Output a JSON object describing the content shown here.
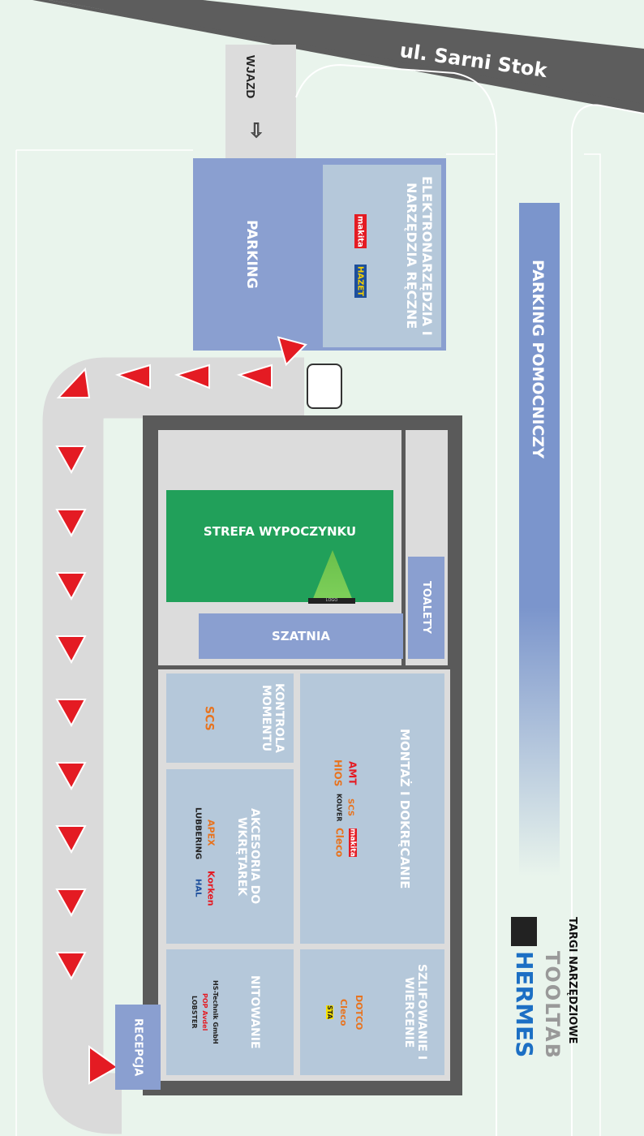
{
  "street": "ul. Sarni Stok",
  "entrance": "WJAZD",
  "parking": "PARKING",
  "parking_aux": "PARKING POMOCNICZY",
  "zones": {
    "electro": {
      "title": "ELEKTRONARZĘDZIA I NARZĘDZIA RĘCZNE",
      "brands": [
        "makita",
        "HAZET"
      ]
    },
    "rest": "STREFA WYPOCZYNKU",
    "toilets": "TOALETY",
    "cloakroom": "SZATNIA",
    "torque": {
      "title": "KONTROLA MOMENTU",
      "brands": [
        "SCS"
      ]
    },
    "assembly": {
      "title": "MONTAŻ I DOKRĘCANIE",
      "brands": [
        "AMT",
        "HIOS",
        "SCS",
        "KOLVER",
        "makita",
        "Cleco"
      ]
    },
    "accessories": {
      "title": "AKCESORIA DO WKRĘTAREK",
      "brands": [
        "LUBBERING",
        "APEX",
        "Korken",
        "HAL"
      ]
    },
    "riveting": {
      "title": "NITOWANIE",
      "brands": [
        "HS-Technik GmbH",
        "POP Avdel",
        "LOBSTER"
      ]
    },
    "grinding": {
      "title": "SZLIFOWANIE I WIERCENIE",
      "brands": [
        "DOTCO",
        "Cleco",
        "STA"
      ]
    }
  },
  "reception": "RECEPCJA",
  "tv_label": "LOGO",
  "logo": {
    "tagline": "TARGI NARZĘDZIOWE",
    "line1": "TOOLTAB",
    "line2": "HERMES"
  },
  "colors": {
    "street": "#5d5d5d",
    "parking": "#8a9fd0",
    "zone": "#b5c8da",
    "rest": "#21a05a",
    "arrow": "#e41b23",
    "building": "#5a5a5a"
  }
}
